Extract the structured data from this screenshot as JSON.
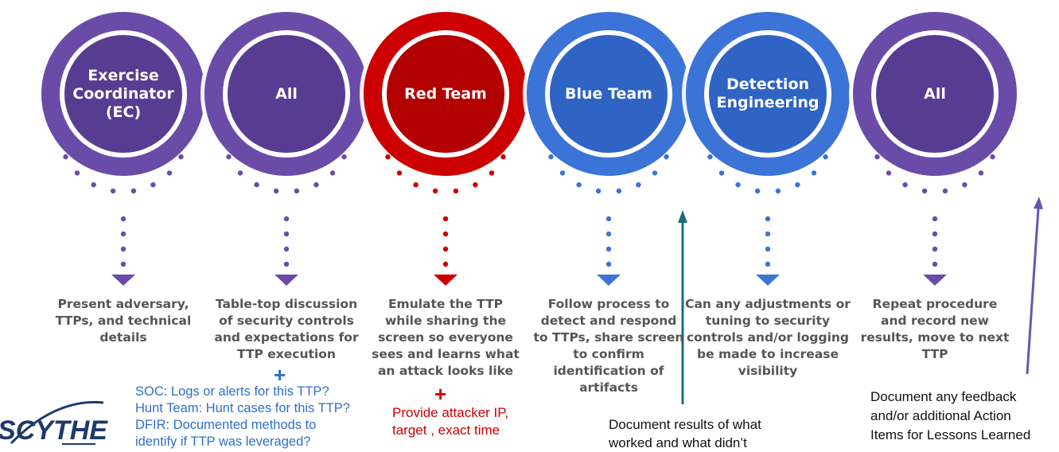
{
  "colors": {
    "purple": "#6a4ca8",
    "purple_dark": "#563d92",
    "red": "#cc0000",
    "red_dark": "#b30000",
    "blue": "#3b74d6",
    "blue_dark": "#2f63c4",
    "gray_text": "#555555",
    "note_blue": "#2f6fcc",
    "note_red": "#cc0000",
    "teal_arrow": "#1c6b7a",
    "purple_arrow": "#6a55b0"
  },
  "steps": [
    {
      "circle_label": "Exercise Coordinator (EC)",
      "color": "purple",
      "description": "Present adversary, TTPs, and technical details"
    },
    {
      "circle_label": "All",
      "color": "purple",
      "description": "Table-top discussion of security controls and expectations for TTP execution"
    },
    {
      "circle_label": "Red Team",
      "color": "red",
      "description": "Emulate the TTP while sharing the screen so everyone sees and learns what an attack looks like"
    },
    {
      "circle_label": "Blue Team",
      "color": "blue",
      "description": "Follow process to detect and respond to TTPs, share screen to confirm identification of artifacts"
    },
    {
      "circle_label": "Detection Engineering",
      "color": "blue",
      "description": "Can any adjustments or tuning to security controls and/or logging be made to increase visibility"
    },
    {
      "circle_label": "All",
      "color": "purple",
      "description": "Repeat procedure and record new results, move to next TTP"
    }
  ],
  "notes": {
    "blue_plus": "+",
    "blue_lines": [
      "SOC: Logs or alerts for this TTP?",
      "Hunt Team: Hunt cases for this TTP?",
      "DFIR: Documented methods to",
      "identify if TTP was leveraged?"
    ],
    "red_plus": "+",
    "red_lines": [
      "Provide attacker IP,",
      "target , exact time"
    ],
    "results_lines": [
      "Document results of what",
      "worked and what didn’t"
    ],
    "feedback_lines": [
      "Document any feedback",
      "and/or additional Action",
      "Items for Lessons Learned"
    ]
  },
  "logo": {
    "text": "SCYTHE"
  }
}
